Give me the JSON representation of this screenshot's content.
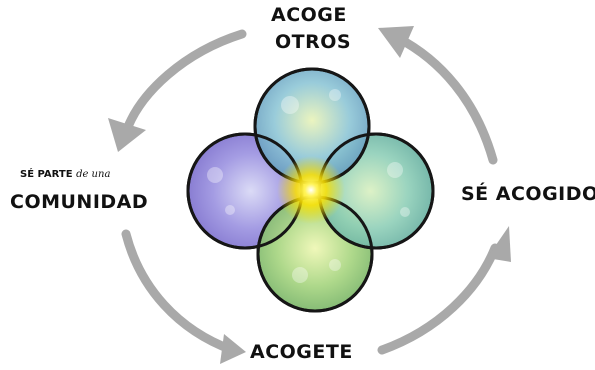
{
  "labels": {
    "top_line1": "ACOGE",
    "top_line2": "OTROS",
    "right": "SÉ ACOGIDO",
    "bottom": "ACOGETE",
    "left_small_caps": "SÉ PARTE",
    "left_small_lower": "de una",
    "left_big": "COMUNIDAD"
  },
  "colors": {
    "arrow": "#a9a9a9",
    "circle_stroke": "#161616",
    "center_glow": "#fff200",
    "circle_top": "#7ab7cf",
    "circle_right": "#86c9b4",
    "circle_bottom": "#9fd27a",
    "circle_left": "#8d86d8"
  }
}
